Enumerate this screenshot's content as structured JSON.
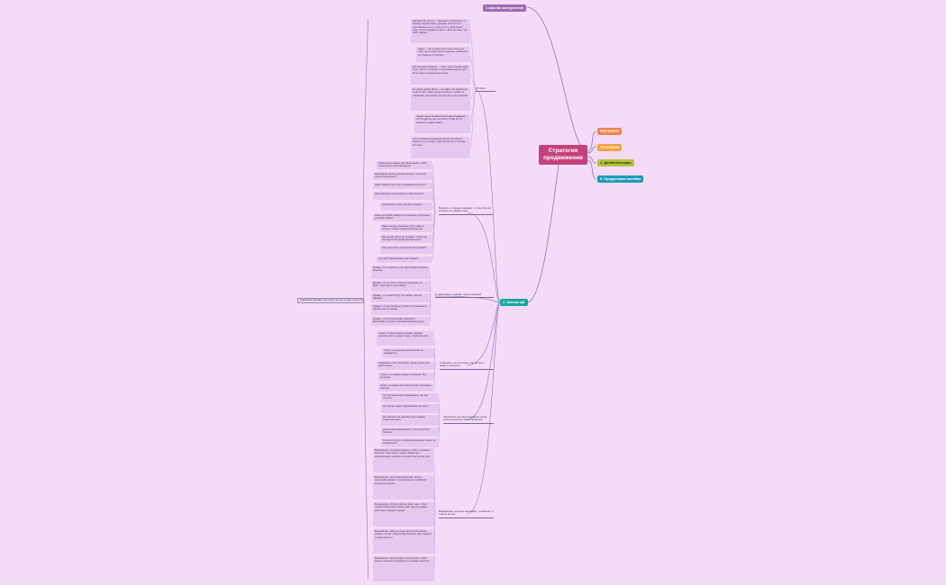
{
  "mindmap": {
    "center": "Стратегия продвижения",
    "branches": [
      {
        "label": "1 Анализ конкурентов",
        "color": "#a069b5"
      },
      {
        "label": "PINTEREST",
        "color": "#f0834b"
      },
      {
        "label": "TELEGRAM",
        "color": "#f2a33c"
      },
      {
        "label": "4. Дизайн/позиции",
        "color": "#b6c23a"
      },
      {
        "label": "5. Продуктовая линейка",
        "color": "#1d9ab8"
      },
      {
        "label": "2. Анализ ЦА",
        "color": "#17a89c"
      }
    ],
    "audience_label": "клиентами считаем, чем пишут на что, к кому, о них что-нибудь",
    "groups": [
      {
        "label": "Их боли",
        "items": [
          "Фриланс 40+ 45 лет — фриланс, специалисты со своими разработками, продают свои фото в собственных сетях, у многих есть свой бизнес, ищут способ продвигать фото, часто не знают, где брать заказы.",
          "Люди — часто люди хотят снять фото для себя, но не знают как это сделать, правильно это показать в Pinterest.",
          "Для приёмов Telegram — часто, мало людей знают о них, много площадок, о телеграме-каналах для фото, много конкурентов в нише.",
          "Не умеют делать фото — не знают, как правильно ставить свет, какие ракурсы выбрать, нужно ли позировать, как делать ретушь фото для соцсетей.",
          "Людям нужна профессиональная поддержка — что-то идёт не так, они хотят, чтобы кто-то помогал и давал советы.",
          "Хотят профессиональный контент для своего бизнеса, но не знают, куда обратиться и сколько это стоит."
        ]
      },
      {
        "label": "Вопросы, которые возникают у клиентов, на которые мы дадим ответ",
        "items": [
          "Как выбрать камеру для фотосъёмки, чтобы снимки были качественными?",
          "Как выбрать место для фотосессии, чтобы она прошла интересно?",
          "Какие бывают идеи для позирования на фото?",
          "Как правильно подготовиться к фотосессии?",
          "Как выбрать образ для фотосъёмки?",
          "Какие настройки камеры использовать для разных условий съёмки?",
          "Какие методы обработки фото помогут сделать снимок профессиональным?",
          "Как сделать фото на телефон, чтобы они выглядели как профессиональные?",
          "Как подготовить портфолио фотографа?",
          "Где найти вдохновение для съёмки?"
        ]
      },
      {
        "label": "О чём клиенты думают перед покупкой",
        "items": [
          "Думают, что стоимость услуг фотографа слишком высокая.",
          "Думают, что не смогут хорошо позировать на фото и выглядеть естественно.",
          "Думают, что снимки будут не такими, как они ожидают.",
          "Думают, что фотограф не поймёт их пожелания и сделает всё по-своему.",
          "Думают, что лучше выбрать знакомого фотографа, которого порекомендовали друзья."
        ]
      },
      {
        "label": "Сомнения, из-за которых они не могут принять решение",
        "items": [
          "Страх, что фотограф не сможет сделать хорошие фото, а деньги будут потрачены зря.",
          "Страх, что результат фотосессии не понравится.",
          "Сомнения, стоит ли вообще тратить деньги на фотосессию.",
          "Страх, что снимки попадут в интернет без согласия.",
          "Страх, что время фотосессии будет потрачено впустую."
        ]
      },
      {
        "label": "Проблемы, которые решаются, когда клиенты решают наши проблемы",
        "items": [
          "Не получается фотографировать так, как хочется.",
          "Не хватает идей и вдохновения для фото.",
          "Нет времени на освоение фотографии самостоятельно.",
          "Нужны качественные фото для соцсетей и бизнеса.",
          "Хочется получить профессиональные советы от специалиста."
        ]
      },
      {
        "label": "Возражения, которые возникают у клиентов, и ответы на них",
        "items": [
          "Возражение: «Слишком дорого». Ответ: стоимость включает подготовку, съёмку, обработку и консультацию, результат останется на долгие годы.",
          "Возражение: «Я не фотогеничный». Ответ: фотограф поможет с позированием и подберёт выгодные ракурсы.",
          "Возражение: «Я могу сделать фото сам». Ответ: профессиональная съёмка даёт другой уровень качества и экономит время.",
          "Возражение: «Мне не нужна фотосессия прямо сейчас». Ответ: можно забронировать дату заранее и подготовиться.",
          "Возражение: «Я не уверен в результате». Ответ: можно посмотреть портфолио и отзывы клиентов."
        ]
      }
    ]
  }
}
